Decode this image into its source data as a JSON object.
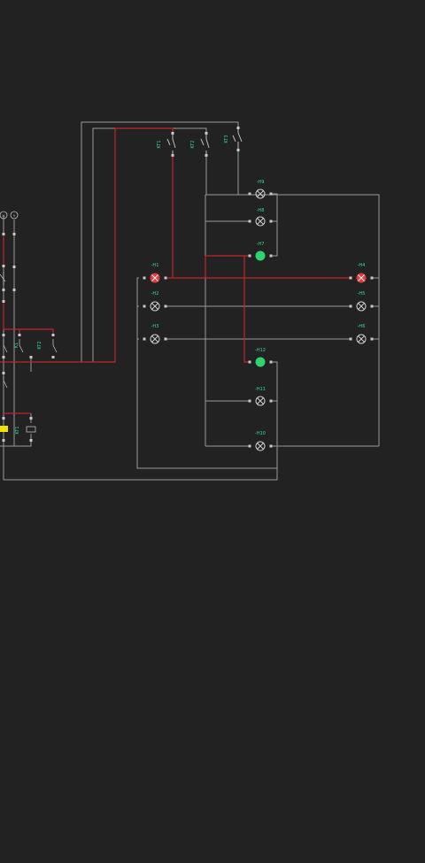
{
  "colors": {
    "background": "#222222",
    "wire": "#9a9a9a",
    "wire_active": "#c0262b",
    "label": "#2fdd9a",
    "lamp_off": "#cfcfcf",
    "lamp_red": "#e8373c",
    "lamp_green": "#2fd36f",
    "highlight": "#f2e200"
  },
  "relays": [
    {
      "name": "KT1",
      "id": "kt1",
      "energized": true
    },
    {
      "name": "KT2",
      "id": "kt2",
      "energized": false
    },
    {
      "name": "KT3",
      "id": "kt3",
      "energized": false
    }
  ],
  "lamps": [
    {
      "id": "h9",
      "name": "-H9",
      "state": "off"
    },
    {
      "id": "h8",
      "name": "-H8",
      "state": "off"
    },
    {
      "id": "h7",
      "name": "-H7",
      "state": "green"
    },
    {
      "id": "h1",
      "name": "-H1",
      "state": "red"
    },
    {
      "id": "h4",
      "name": "-H4",
      "state": "red"
    },
    {
      "id": "h2",
      "name": "-H2",
      "state": "off"
    },
    {
      "id": "h5",
      "name": "-H5",
      "state": "off"
    },
    {
      "id": "h3",
      "name": "-H3",
      "state": "off"
    },
    {
      "id": "h6",
      "name": "-H6",
      "state": "off"
    },
    {
      "id": "h12",
      "name": "-H12",
      "state": "green"
    },
    {
      "id": "h11",
      "name": "-H11",
      "state": "off"
    },
    {
      "id": "h10",
      "name": "-H10",
      "state": "off"
    }
  ],
  "left_panel": {
    "terminals": [
      "L1",
      "N"
    ],
    "coil_labels": [
      "K1",
      "KT2",
      "KT1"
    ]
  }
}
